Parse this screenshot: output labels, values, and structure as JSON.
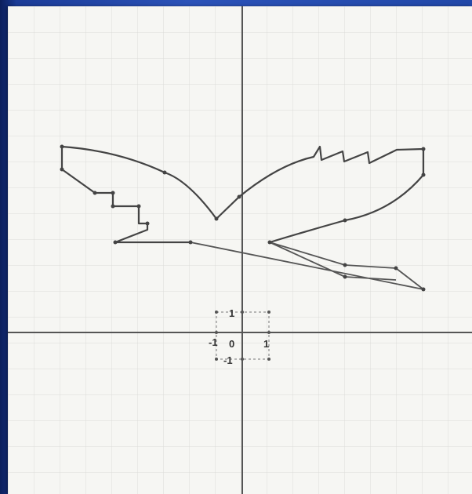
{
  "diagram": {
    "type": "coordinate-grid-drawing",
    "grid": true,
    "axis_labels": {
      "origin": "0",
      "x_neg": "-1",
      "x_pos": "1",
      "y_pos": "1",
      "y_neg": "-1"
    },
    "colors": {
      "slide_background": "#2248a8",
      "paper": "#f6f6f3",
      "grid": "#dcdcd8",
      "ink": "#444444"
    }
  }
}
